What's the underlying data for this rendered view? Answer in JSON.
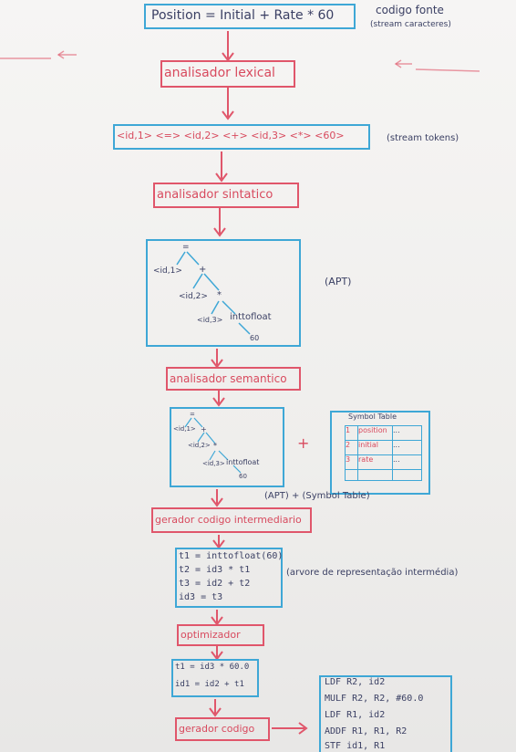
{
  "source": {
    "expression": "Position = Initial + Rate * 60",
    "label": "codigo fonte",
    "note": "(stream caracteres)"
  },
  "lexical": {
    "label": "analisador lexical"
  },
  "tokens": {
    "stream": "<id,1> <=> <id,2> <+> <id,3> <*> <60>",
    "note": "(stream tokens)"
  },
  "syntactic": {
    "label": "analisador sintatico",
    "tree": {
      "root": "=",
      "id1": "<id,1>",
      "plus": "+",
      "id2": "<id,2>",
      "star": "*",
      "id3": "<id,3>",
      "conv": "inttofloat",
      "num": "60"
    },
    "note": "(APT)"
  },
  "semantic": {
    "label": "analisador semantico",
    "tree": {
      "root": "=",
      "id1": "<id,1>",
      "plus": "+",
      "id2": "<id,2>",
      "star": "*",
      "id3": "<id,3>",
      "conv": "inttofloat",
      "num": "60"
    },
    "plus_sign": "+",
    "symbol_table": {
      "title": "Symbol Table",
      "rows": [
        {
          "index": "1",
          "name": "position",
          "extra": "..."
        },
        {
          "index": "2",
          "name": "initial",
          "extra": "..."
        },
        {
          "index": "3",
          "name": "rate",
          "extra": "..."
        }
      ]
    },
    "note": "(APT) + (Symbol Table)"
  },
  "intermediate": {
    "label": "gerador codigo intermediario",
    "code": [
      "t1 = inttofloat(60)",
      "t2 = id3 * t1",
      "t3 = id2 + t2",
      "id3 = t3"
    ],
    "note": "(arvore de representação intermédia)"
  },
  "optimizer": {
    "label": "optimizador",
    "code": [
      "t1 = id3 * 60.0",
      "id1 = id2 + t1"
    ]
  },
  "generator": {
    "label": "gerador codigo",
    "asm": [
      "LDF  R2, id2",
      "MULF  R2, R2, #60.0",
      "LDF  R1, id2",
      "ADDF  R1, R1, R2",
      "STF  id1, R1"
    ]
  }
}
